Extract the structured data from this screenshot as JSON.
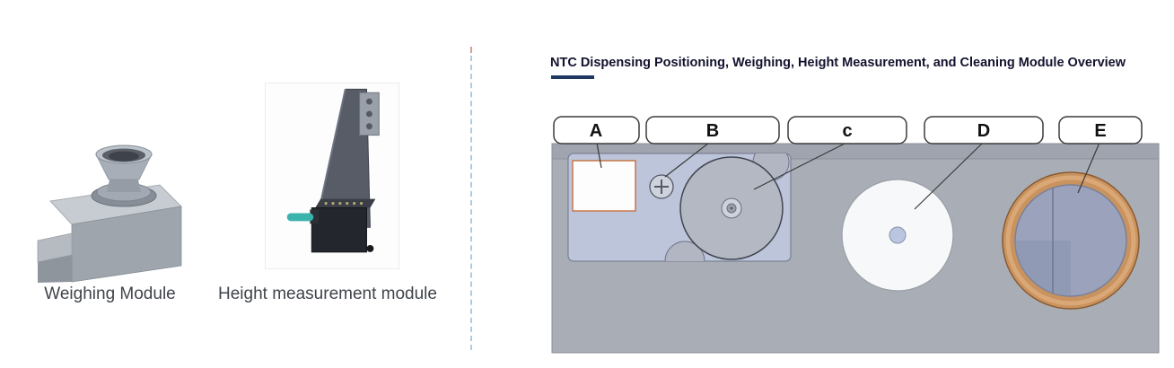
{
  "left_panel": {
    "modules": [
      {
        "caption": "Weighing Module"
      },
      {
        "caption": "Height measurement module"
      }
    ]
  },
  "right_panel": {
    "title": "NTC Dispensing Positioning, Weighing, Height Measurement, and Cleaning Module Overview",
    "accent_bar_color": "#1f3864",
    "diagram": {
      "callouts": [
        {
          "label": "A"
        },
        {
          "label": "B"
        },
        {
          "label": "c"
        },
        {
          "label": "D"
        },
        {
          "label": "E"
        }
      ],
      "colors": {
        "surface": "#a9adb6",
        "plate": "#bdc5da",
        "square_outline": "#c8764a",
        "copper_ring": "#c9935f",
        "ring_interior": "#9aa2bc"
      }
    }
  }
}
